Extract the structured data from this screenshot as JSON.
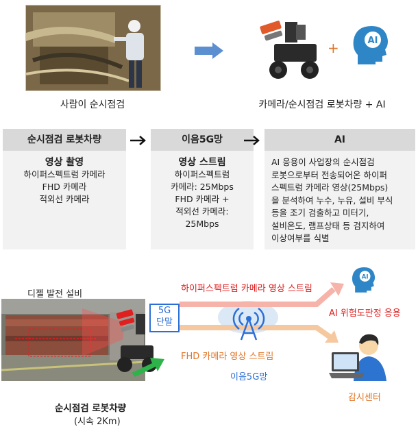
{
  "top": {
    "left_caption": "사람이 순시점검",
    "right_caption": "카메라/순시점검 로봇차량 + AI",
    "plus": "+"
  },
  "boxes": [
    {
      "title": "순시점검 로봇차량",
      "lines": [
        "영상 촬영",
        "하이퍼스펙트럼 카메라",
        "FHD 카메라",
        "적외선 카메라"
      ]
    },
    {
      "title": "이음5G망",
      "lines": [
        "영상 스트림",
        "하이퍼스펙트럼",
        "카메라: 25Mbps",
        "FHD 카메라 +",
        "적외선 카메라:",
        "25Mbps"
      ]
    },
    {
      "title": "AI",
      "lines": [
        "AI 응용이 사업장의 순시점검",
        "로봇으로부터 전송되어온 하이퍼",
        "스펙트럼 카메라 영상(25Mbps)",
        "을 분석하여 누수, 누유, 설비 부식",
        "등을 조기 검출하고 미터기,",
        "설비온도, 램프상태 등 검지하여",
        "이상여부를 식별"
      ]
    }
  ],
  "bottom": {
    "diesel_label": "디젤 발전 설비",
    "terminal_line1": "5G",
    "terminal_line2": "단말",
    "hyper_stream": "하이퍼스펙트럼 카메라 영상 스트림",
    "fhd_stream": "FHD 카메라 영상 스트림",
    "network": "이음5G망",
    "ai_app": "AI 위험도판정 응용",
    "monitor": "감시센터",
    "robot_title": "순시점검 로봇차량",
    "robot_sub": "(시속 2Km)"
  },
  "colors": {
    "red": "#e02020",
    "orange": "#e0762a",
    "blue": "#2b6fd6",
    "arrow_blue": "#5b8fd0"
  }
}
